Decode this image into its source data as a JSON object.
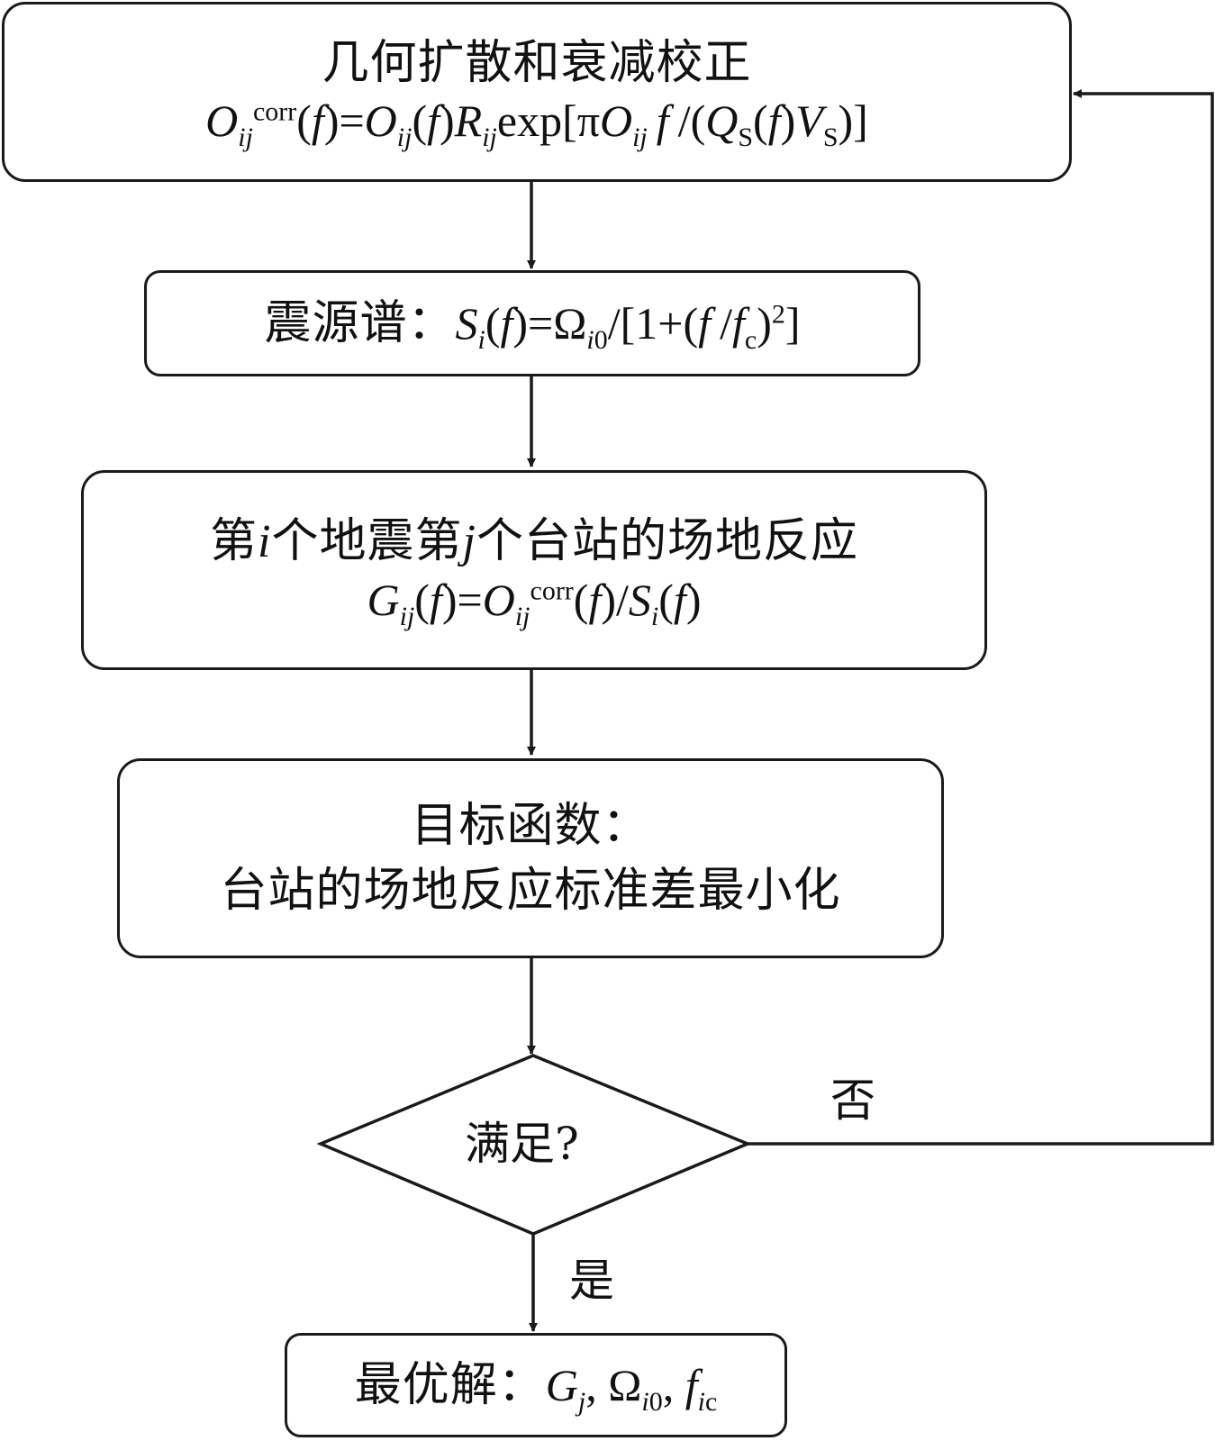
{
  "nodes": {
    "correction": {
      "title": "几何扩散和衰减校正",
      "formula": "O_ij^corr(f)=O_ij(f)R_ij exp[πO_ij f/(Q_s(f)V_s)]"
    },
    "source": {
      "label": "震源谱：",
      "formula": "S_i(f)=Ω_i0/[1+(f/f_c)^2]"
    },
    "site": {
      "title": "第i个地震第j个台站的场地反应",
      "formula": "G_ij(f)=O_ij^corr(f)/S_i(f)"
    },
    "objective": {
      "title": "目标函数：",
      "text": "台站的场地反应标准差最小化"
    },
    "decision": {
      "text": "满足?"
    },
    "result": {
      "label": "最优解：",
      "formula": "G_j, Ω_i0, f_ic"
    }
  },
  "edges": {
    "no_label": "否",
    "yes_label": "是"
  },
  "colors": {
    "stroke": "#1a1a1a",
    "background": "#ffffff"
  }
}
